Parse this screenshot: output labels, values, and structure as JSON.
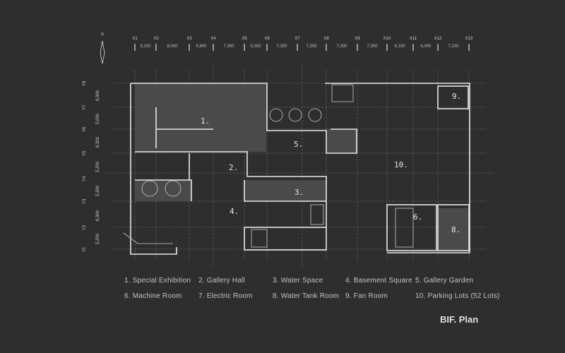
{
  "north_label": "N",
  "grid_x": [
    {
      "label": "X1"
    },
    {
      "label": "X2"
    },
    {
      "label": "X3"
    },
    {
      "label": "X4"
    },
    {
      "label": "X5"
    },
    {
      "label": "X6"
    },
    {
      "label": "X7"
    },
    {
      "label": "X8"
    },
    {
      "label": "X9"
    },
    {
      "label": "X10"
    },
    {
      "label": "X11"
    },
    {
      "label": "X12"
    },
    {
      "label": "X13"
    }
  ],
  "dims_x": [
    "5,200",
    "8,000",
    "5,800",
    "7,300",
    "5,300",
    "7,300",
    "7,300",
    "7,300",
    "7,300",
    "6,100",
    "6,000",
    "7,200"
  ],
  "grid_y": [
    {
      "label": "Y8"
    },
    {
      "label": "Y7"
    },
    {
      "label": "Y6"
    },
    {
      "label": "Y5"
    },
    {
      "label": "Y4"
    },
    {
      "label": "Y3"
    },
    {
      "label": "Y2"
    },
    {
      "label": "Y1"
    }
  ],
  "dims_y": [
    "6,000",
    "5,000",
    "6,300",
    "5,200",
    "5,300",
    "6,300",
    "5,200"
  ],
  "room_tags": [
    "1.",
    "2.",
    "3.",
    "4.",
    "5.",
    "6.",
    "8.",
    "9.",
    "10."
  ],
  "legend": [
    "1. Special Exhibition",
    "2. Gallery Hall",
    "3. Water Space",
    "4. Basement Square",
    "5. Gallery Garden",
    "6. Machine Room",
    "7. Electric Room",
    "8. Water Tank Room",
    "9. Fan Room",
    "10. Parking Lots (52 Lots)"
  ],
  "title": "BIF. Plan",
  "colors": {
    "background": "#2e2e2e",
    "lines": "#e8e8e8",
    "fill": "#444444"
  }
}
